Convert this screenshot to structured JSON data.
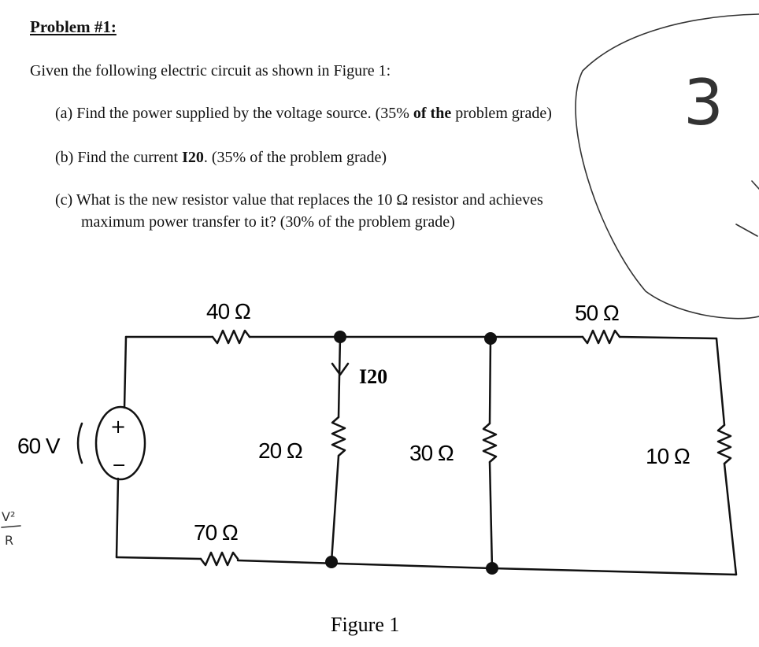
{
  "problem": {
    "title": "Problem #1:",
    "intro": "Given the following electric circuit as shown in Figure 1:",
    "part_a_main": "(a) Find the power supplied by the voltage source. (35%",
    "part_a_bold": "of the",
    "part_a_tail": "problem grade)",
    "part_b_pre": "(b) Find the current",
    "part_b_bold": "I20",
    "part_b_post": ". (35% of the problem grade)",
    "part_c_line1": "(c) What is the new resistor value that replaces the 10 Ω resistor and achieves",
    "part_c_line2": "maximum power transfer to it? (30% of the problem grade)"
  },
  "circuit": {
    "source_label": "60 V",
    "source_plus": "+",
    "source_minus": "−",
    "r40": "40 Ω",
    "r50": "50 Ω",
    "r70": "70 Ω",
    "r20": "20 Ω",
    "r30": "30 Ω",
    "r10": "10 Ω",
    "current_label": "I20",
    "figure_caption": "Figure 1"
  },
  "handwriting": {
    "margin_note_top": "V²",
    "margin_note_bottom": "R",
    "grade_mark": "3"
  }
}
